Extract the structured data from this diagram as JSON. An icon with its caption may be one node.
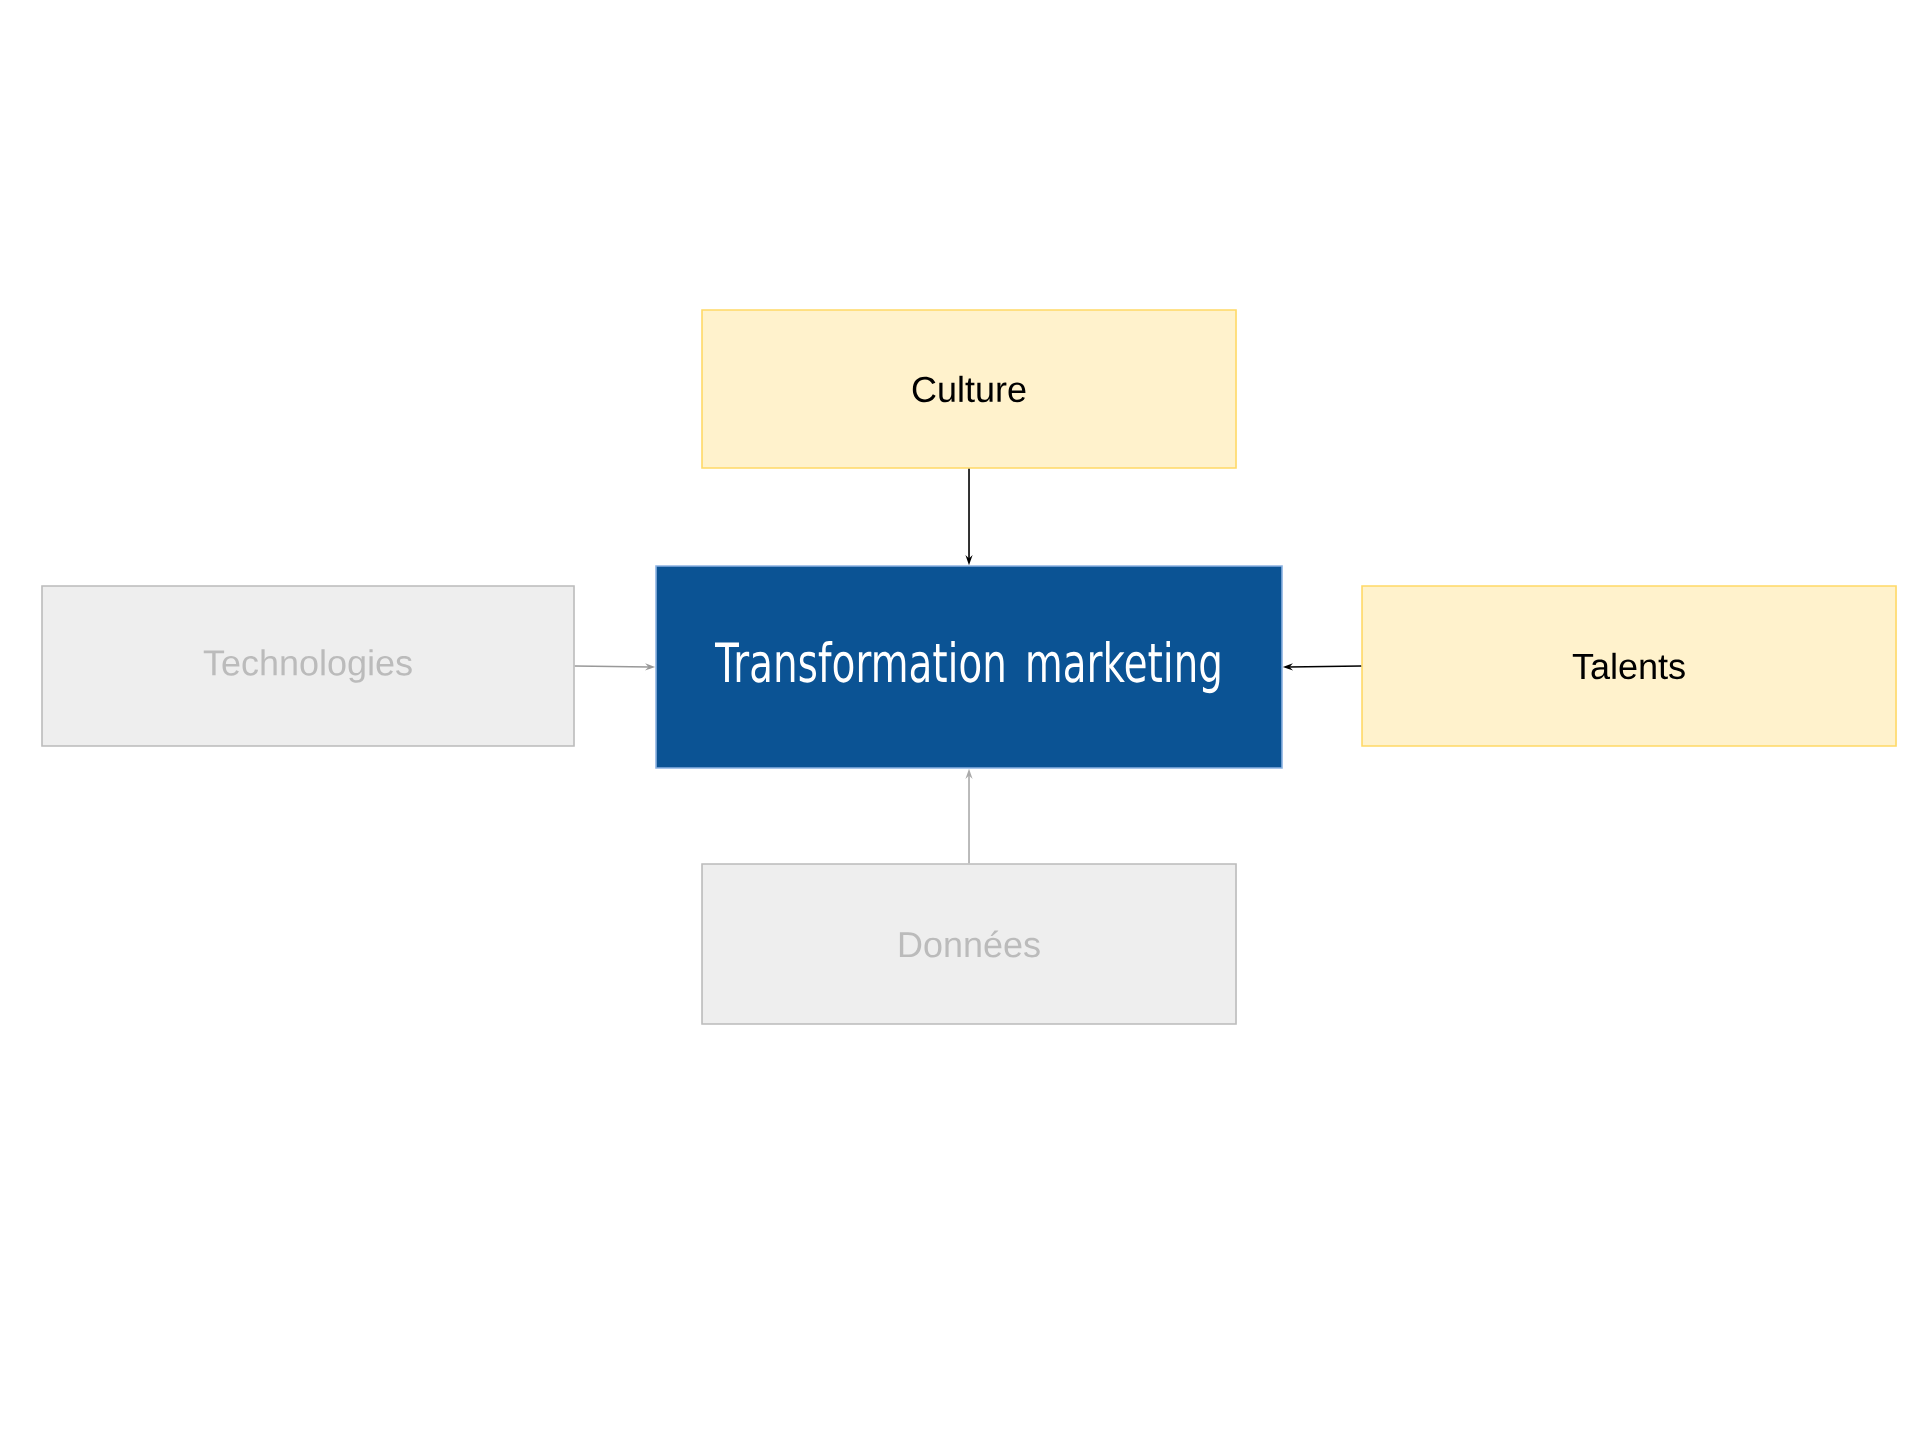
{
  "diagram": {
    "nodes": [
      {
        "text": [
          "Culture"
        ]
      },
      {
        "text": [
          "Technologies"
        ]
      },
      {
        "text": [
          "Transformation marketing"
        ]
      },
      {
        "text": [
          "Talents"
        ]
      },
      {
        "text": [
          "Données"
        ]
      }
    ],
    "edges": [
      {
        "from": 0,
        "to": 2,
        "arrow": "to",
        "color": "#000000"
      },
      {
        "from": 1,
        "to": 2,
        "arrow": "to",
        "color": "#999999"
      },
      {
        "from": 3,
        "to": 2,
        "arrow": "to",
        "color": "#000000"
      },
      {
        "from": 4,
        "to": 2,
        "arrow": "to",
        "color": "#aaaaaa"
      }
    ]
  }
}
